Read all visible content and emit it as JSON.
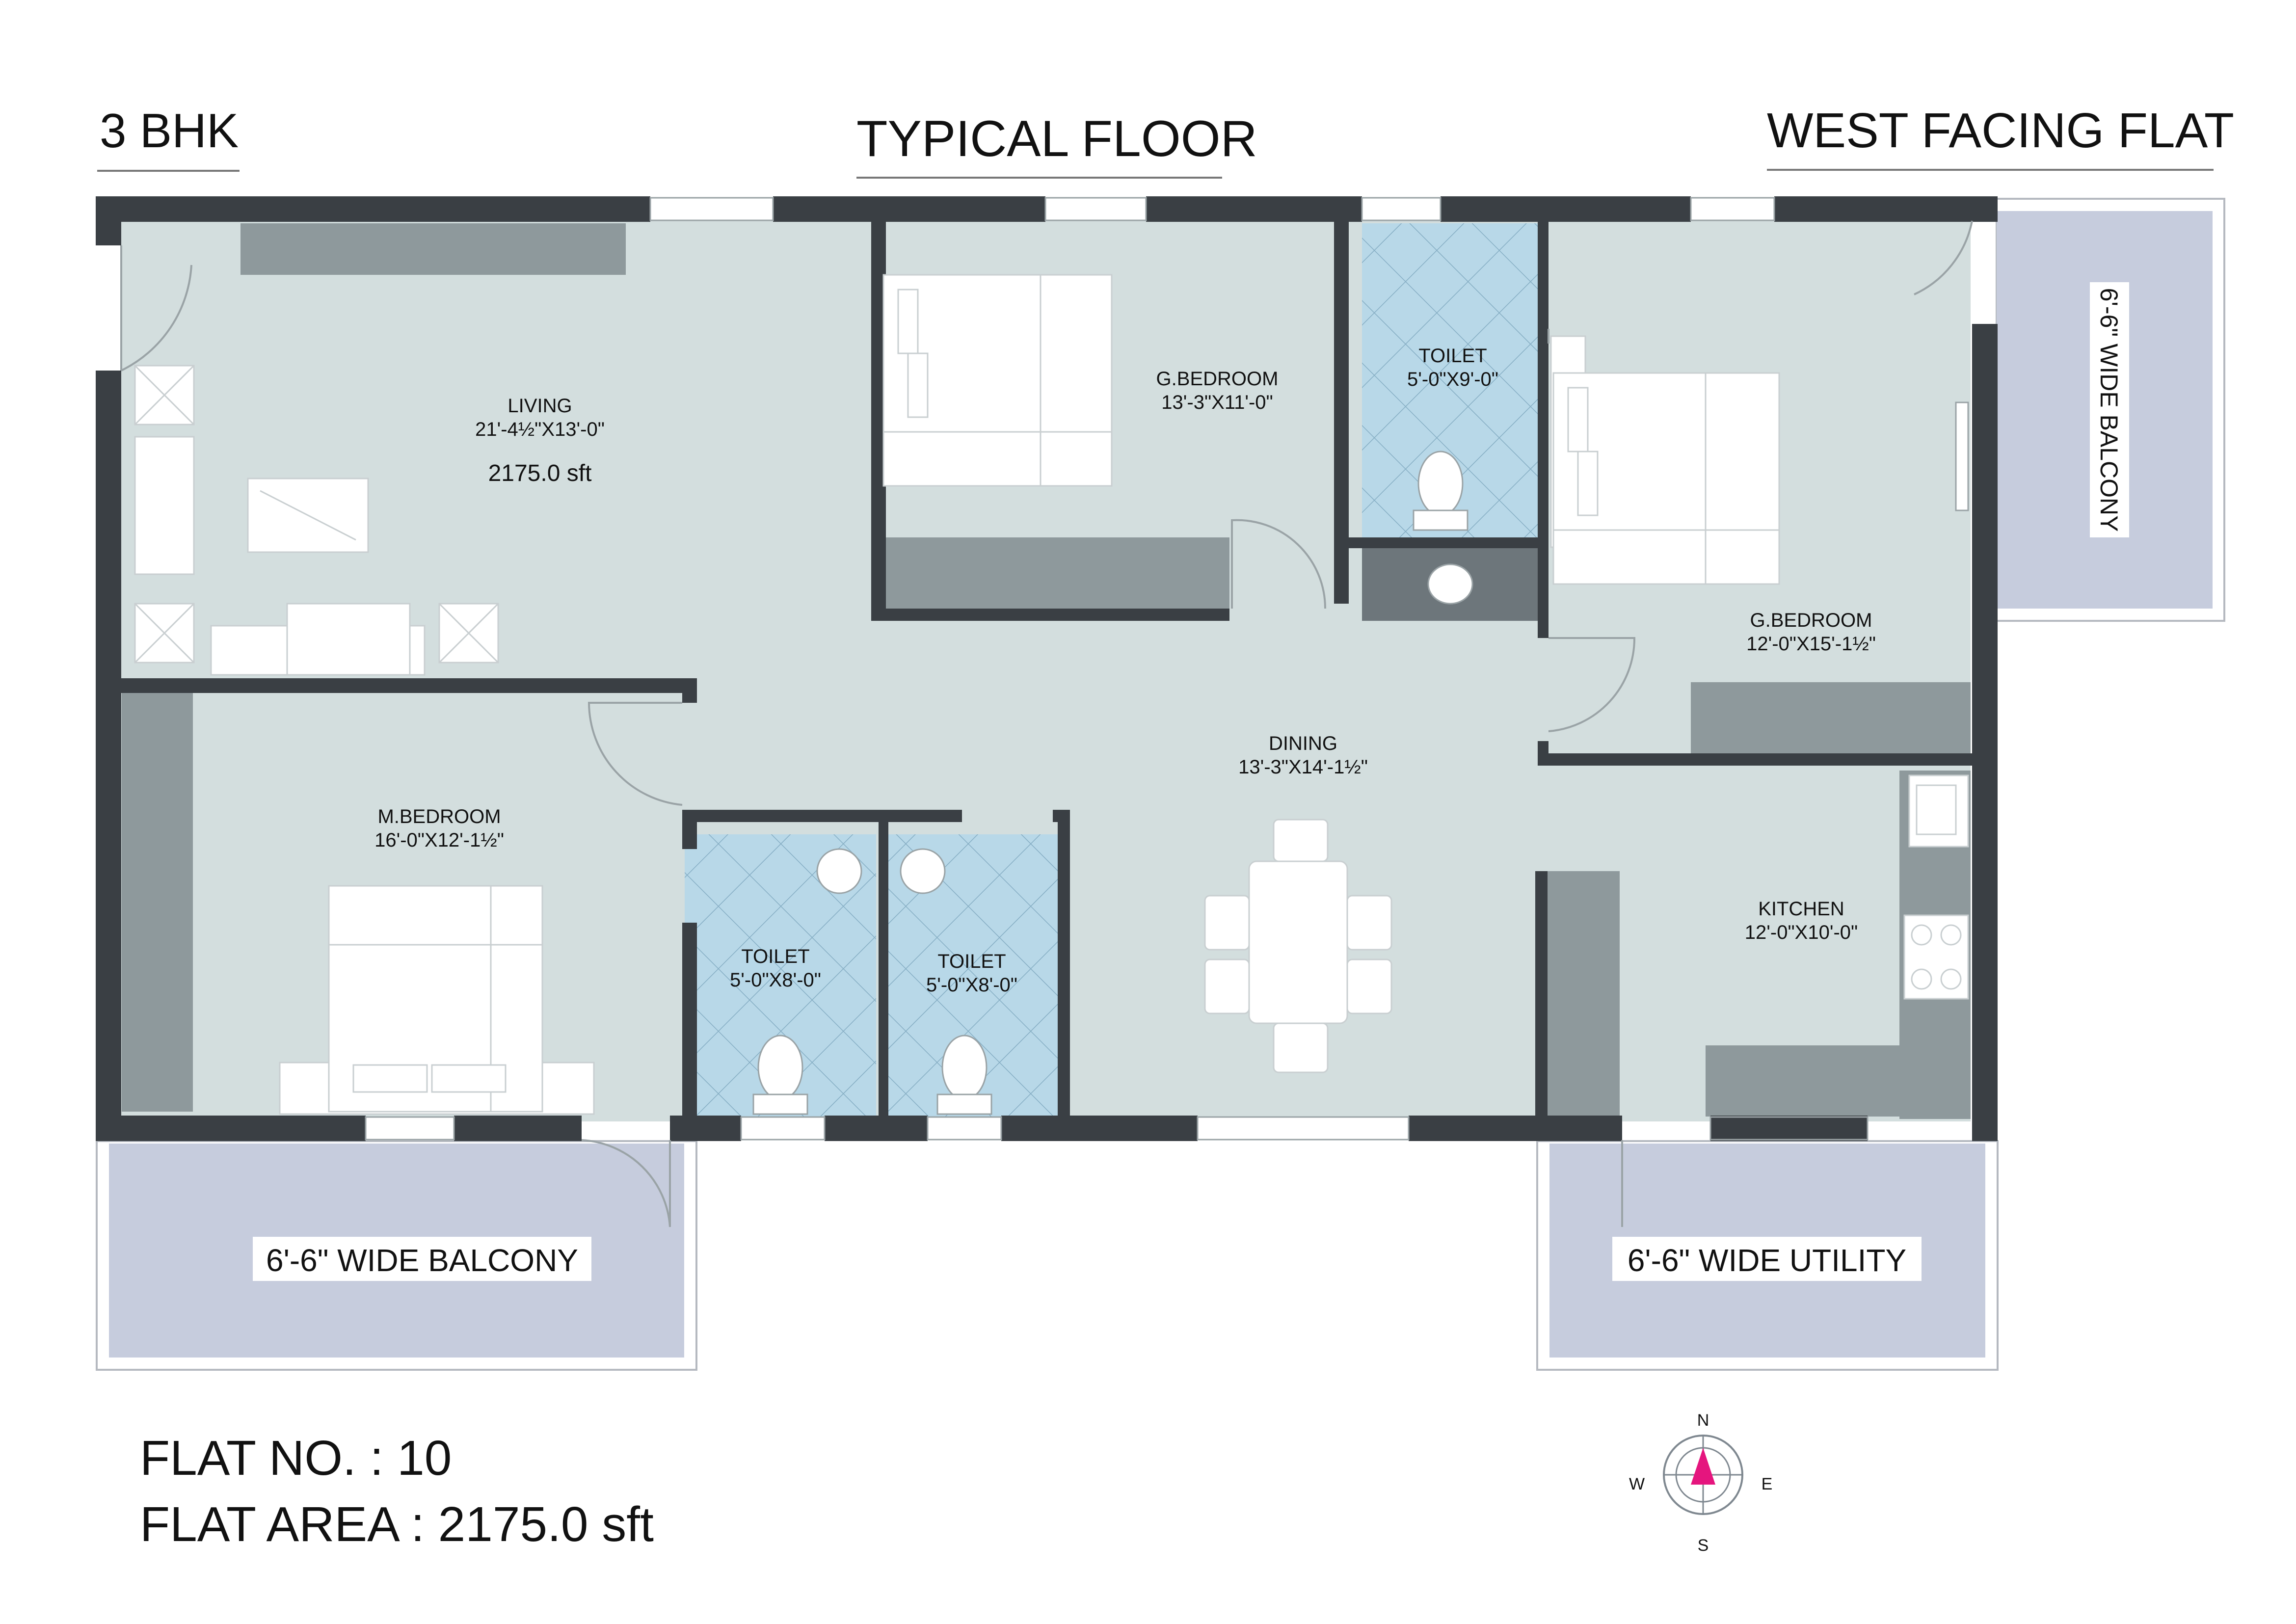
{
  "header": {
    "left": "3 BHK",
    "center": "TYPICAL FLOOR",
    "right": "WEST FACING FLAT"
  },
  "rooms": {
    "living": {
      "name": "LIVING",
      "dims": "21'-4½\"X13'-0\"",
      "area": "2175.0 sft"
    },
    "gbed1": {
      "name": "G.BEDROOM",
      "dims": "13'-3\"X11'-0\""
    },
    "toilet_top": {
      "name": "TOILET",
      "dims": "5'-0\"X9'-0\""
    },
    "gbed2": {
      "name": "G.BEDROOM",
      "dims": "12'-0\"X15'-1½\""
    },
    "dining": {
      "name": "DINING",
      "dims": "13'-3\"X14'-1½\""
    },
    "mbed": {
      "name": "M.BEDROOM",
      "dims": "16'-0\"X12'-1½\""
    },
    "toilet_a": {
      "name": "TOILET",
      "dims": "5'-0\"X8'-0\""
    },
    "toilet_b": {
      "name": "TOILET",
      "dims": "5'-0\"X8'-0\""
    },
    "kitchen": {
      "name": "KITCHEN",
      "dims": "12'-0\"X10'-0\""
    }
  },
  "balconies": {
    "bottom_left": "6'-6\" WIDE BALCONY",
    "bottom_right": "6'-6\" WIDE UTILITY",
    "right": "6'-6\" WIDE BALCONY"
  },
  "footer": {
    "flat_no": "FLAT NO. : 10",
    "flat_area": "FLAT AREA : 2175.0 sft"
  },
  "compass": {
    "n": "N",
    "s": "S",
    "e": "E",
    "w": "W"
  },
  "colors": {
    "wall": "#3a3f44",
    "floor": "#d3dede",
    "furniture_dark": "#8e999c",
    "toilet_tile": "#b8d8e8",
    "balcony": "#c6ccdd",
    "compass_needle": "#e5157e"
  }
}
